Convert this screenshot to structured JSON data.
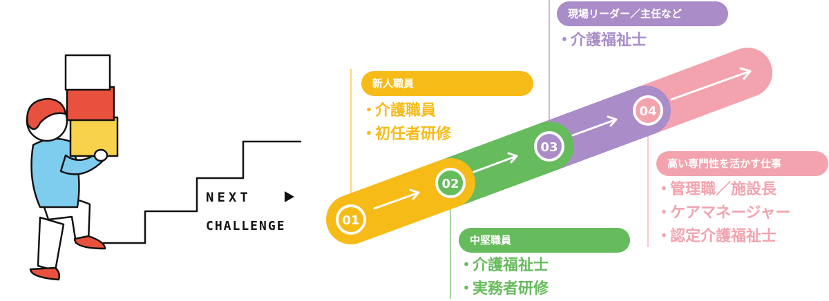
{
  "colors": {
    "step1": "#F6BB17",
    "step2": "#66BB5C",
    "step3": "#A98CC8",
    "step4": "#F2A3AE"
  },
  "icons": [
    "arrow-right-icon",
    "play-triangle-icon"
  ],
  "illustration": {
    "line1": "NEXT",
    "line2": "CHALLENGE"
  },
  "steps": [
    {
      "number": "01"
    },
    {
      "number": "02"
    },
    {
      "number": "03"
    },
    {
      "number": "04"
    }
  ],
  "boxes": {
    "newbie": {
      "title": "新人職員",
      "items": [
        "介護職員",
        "初任者研修"
      ]
    },
    "mid": {
      "title": "中堅職員",
      "items": [
        "介護福祉士",
        "実務者研修"
      ]
    },
    "leader": {
      "title": "現場リーダー／主任など",
      "items": [
        "介護福祉士"
      ]
    },
    "expert": {
      "title": "高い専門性を活かす仕事",
      "items": [
        "管理職／施設長",
        "ケアマネージャー",
        "認定介護福祉士"
      ]
    }
  }
}
